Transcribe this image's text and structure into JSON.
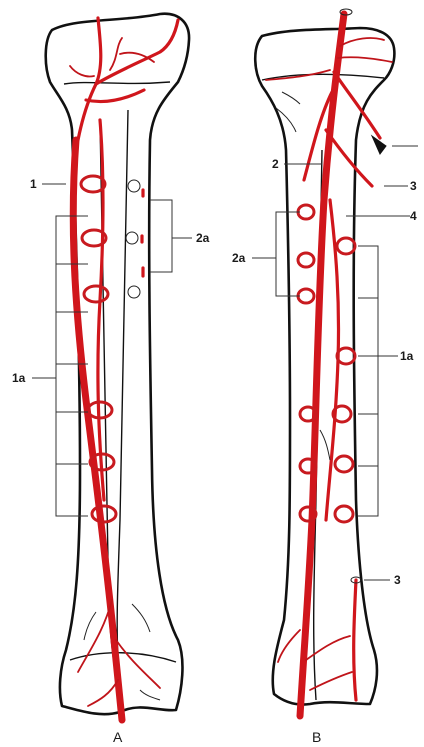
{
  "panels": {
    "a": {
      "label": "A"
    },
    "b": {
      "label": "B"
    }
  },
  "labels": {
    "a_1": "1",
    "a_2a": "2a",
    "a_1a": "1a",
    "b_2": "2",
    "b_3_top": "3",
    "b_4": "4",
    "b_2a": "2a",
    "b_1a": "1a",
    "b_3_bottom": "3"
  },
  "colors": {
    "artery": "#d0161c",
    "bone_outline": "#111111",
    "background": "#ffffff"
  }
}
